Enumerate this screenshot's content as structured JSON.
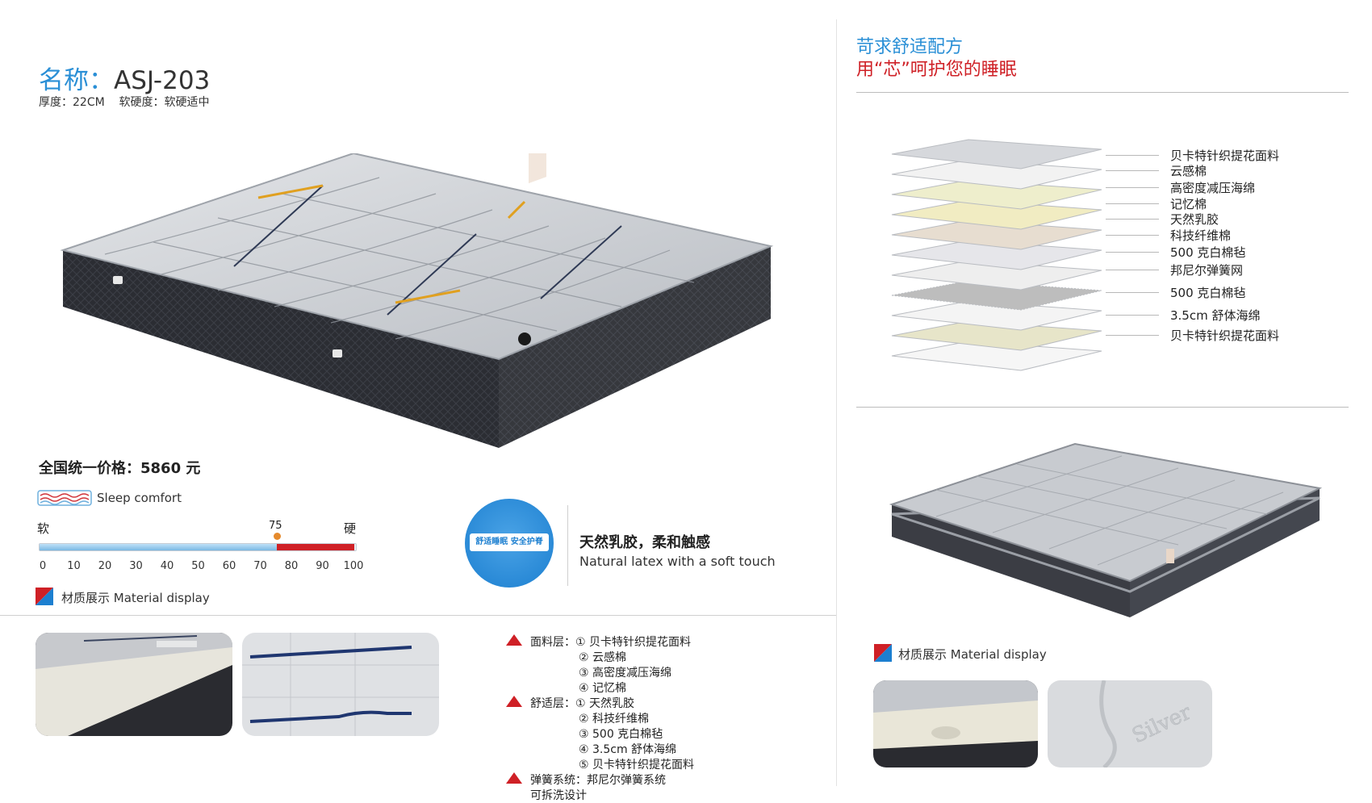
{
  "product": {
    "name_label": "名称",
    "name_sep": "：",
    "model": "ASJ-203",
    "specs_line": "厚度：22CM    软硬度：软硬适中"
  },
  "price": {
    "text": "全国统一价格：5860 元",
    "value": 5860
  },
  "comfort": {
    "label": "Sleep comfort",
    "soft_label": "软",
    "hard_label": "硬",
    "value": 75,
    "value_text": "75",
    "scale": [
      "0",
      "10",
      "20",
      "30",
      "40",
      "50",
      "60",
      "70",
      "80",
      "90",
      "100"
    ],
    "scale_min": 0,
    "scale_max": 100,
    "colors": {
      "soft": "#7ab9e3",
      "hard": "#cf2026",
      "marker": "#e58a2c"
    }
  },
  "material_display_label": "材质展示 Material display",
  "badge": {
    "circle_text": "舒适睡眠 安全护脊",
    "headline": "天然乳胶，柔和触感",
    "subline": "Natural latex with a soft touch"
  },
  "structure": {
    "rows": [
      {
        "tri": true,
        "text": "面料层：① 贝卡特针织提花面料"
      },
      {
        "tri": false,
        "text": "② 云感棉"
      },
      {
        "tri": false,
        "text": "③ 高密度减压海绵"
      },
      {
        "tri": false,
        "text": "④ 记忆棉"
      },
      {
        "tri": true,
        "text": "舒适层：① 天然乳胶"
      },
      {
        "tri": false,
        "text": "② 科技纤维棉"
      },
      {
        "tri": false,
        "text": "③ 500 克白棉毡"
      },
      {
        "tri": false,
        "text": "④ 3.5cm 舒体海绵"
      },
      {
        "tri": false,
        "text": "⑤ 贝卡特针织提花面料"
      },
      {
        "tri": true,
        "text": "弹簧系统：邦尼尔弹簧系统"
      },
      {
        "tri": false,
        "text": "可拆洗设计"
      }
    ]
  },
  "formula": {
    "title_blue": "苛求舒适配方",
    "title_red": "用“芯”呵护您的睡眠"
  },
  "layers": [
    "贝卡特针织提花面料",
    "云感棉",
    "高密度减压海绵",
    "记忆棉",
    "天然乳胶",
    "科技纤维棉",
    "500 克白棉毡",
    "邦尼尔弹簧网",
    "500 克白棉毡",
    "3.5cm 舒体海绵",
    "贝卡特针织提花面料"
  ],
  "thumb_logo_text": "Silver",
  "colors": {
    "accent_blue": "#2a8fd6",
    "accent_red": "#cf2026"
  }
}
